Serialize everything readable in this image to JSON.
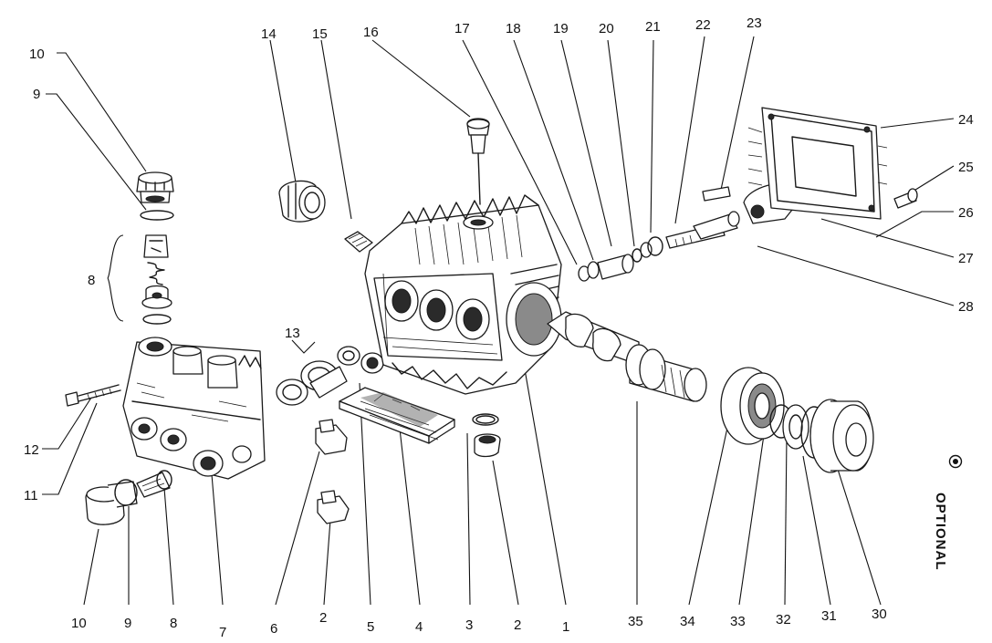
{
  "diagram": {
    "optional_label": "OPTIONAL",
    "callouts": [
      {
        "id": "c10a",
        "text": "10"
      },
      {
        "id": "c9a",
        "text": "9"
      },
      {
        "id": "c8a",
        "text": "8"
      },
      {
        "id": "c12",
        "text": "12"
      },
      {
        "id": "c11",
        "text": "11"
      },
      {
        "id": "c10b",
        "text": "10"
      },
      {
        "id": "c9b",
        "text": "9"
      },
      {
        "id": "c8b",
        "text": "8"
      },
      {
        "id": "c7",
        "text": "7"
      },
      {
        "id": "c6",
        "text": "6"
      },
      {
        "id": "c2a",
        "text": "2"
      },
      {
        "id": "c5",
        "text": "5"
      },
      {
        "id": "c4",
        "text": "4"
      },
      {
        "id": "c3",
        "text": "3"
      },
      {
        "id": "c2b",
        "text": "2"
      },
      {
        "id": "c1",
        "text": "1"
      },
      {
        "id": "c35",
        "text": "35"
      },
      {
        "id": "c34",
        "text": "34"
      },
      {
        "id": "c33",
        "text": "33"
      },
      {
        "id": "c32",
        "text": "32"
      },
      {
        "id": "c31",
        "text": "31"
      },
      {
        "id": "c30",
        "text": "30"
      },
      {
        "id": "c13",
        "text": "13"
      },
      {
        "id": "c14",
        "text": "14"
      },
      {
        "id": "c15",
        "text": "15"
      },
      {
        "id": "c16",
        "text": "16"
      },
      {
        "id": "c17",
        "text": "17"
      },
      {
        "id": "c18",
        "text": "18"
      },
      {
        "id": "c19",
        "text": "19"
      },
      {
        "id": "c20",
        "text": "20"
      },
      {
        "id": "c21",
        "text": "21"
      },
      {
        "id": "c22",
        "text": "22"
      },
      {
        "id": "c23",
        "text": "23"
      },
      {
        "id": "c24",
        "text": "24"
      },
      {
        "id": "c25",
        "text": "25"
      },
      {
        "id": "c26",
        "text": "26"
      },
      {
        "id": "c27",
        "text": "27"
      },
      {
        "id": "c28",
        "text": "28"
      }
    ]
  }
}
